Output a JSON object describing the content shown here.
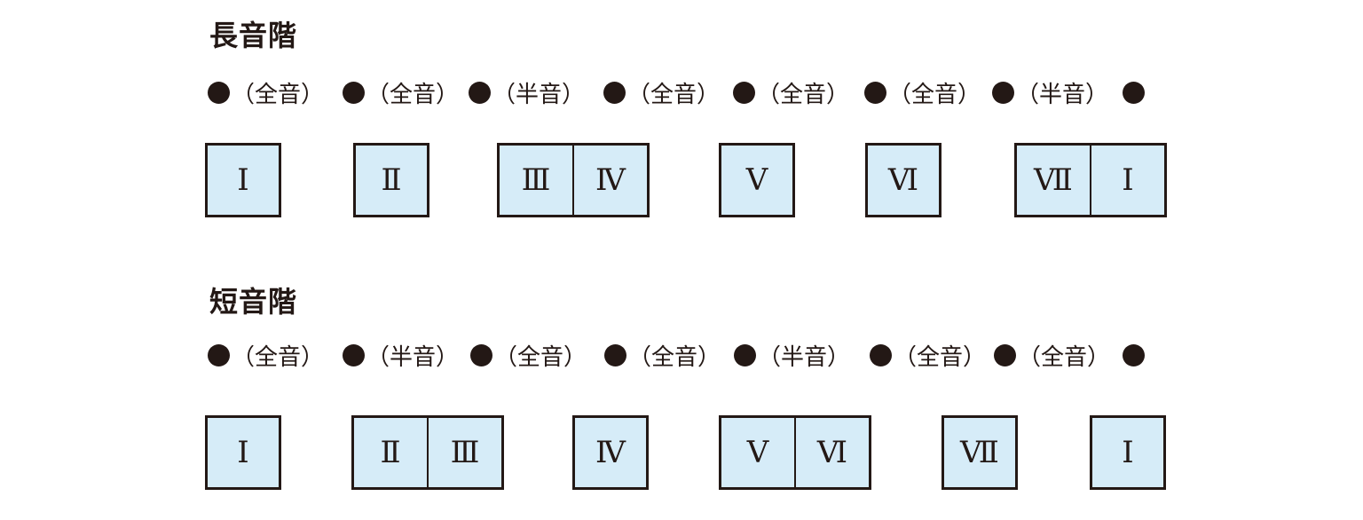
{
  "major": {
    "title": "長音階",
    "steps": [
      {
        "mark": "●",
        "interval": "（全音）"
      },
      {
        "mark": "●",
        "interval": "（全音）"
      },
      {
        "mark": "●",
        "interval": "（半音）"
      },
      {
        "mark": "●",
        "interval": "（全音）"
      },
      {
        "mark": "●",
        "interval": "（全音）"
      },
      {
        "mark": "●",
        "interval": "（全音）"
      },
      {
        "mark": "●",
        "interval": "（半音）"
      },
      {
        "mark": "●",
        "interval": ""
      }
    ],
    "degrees": [
      "Ⅰ",
      "Ⅱ",
      "Ⅲ",
      "Ⅳ",
      "Ⅴ",
      "Ⅵ",
      "Ⅶ",
      "Ⅰ"
    ]
  },
  "minor": {
    "title": "短音階",
    "steps": [
      {
        "mark": "●",
        "interval": "（全音）"
      },
      {
        "mark": "●",
        "interval": "（半音）"
      },
      {
        "mark": "●",
        "interval": "（全音）"
      },
      {
        "mark": "●",
        "interval": "（全音）"
      },
      {
        "mark": "●",
        "interval": "（半音）"
      },
      {
        "mark": "●",
        "interval": "（全音）"
      },
      {
        "mark": "●",
        "interval": "（全音）"
      },
      {
        "mark": "●",
        "interval": ""
      }
    ],
    "degrees": [
      "Ⅰ",
      "Ⅱ",
      "Ⅲ",
      "Ⅳ",
      "Ⅴ",
      "Ⅵ",
      "Ⅶ",
      "Ⅰ"
    ]
  },
  "colors": {
    "box_fill": "#d6ecf8",
    "stroke": "#231815"
  }
}
